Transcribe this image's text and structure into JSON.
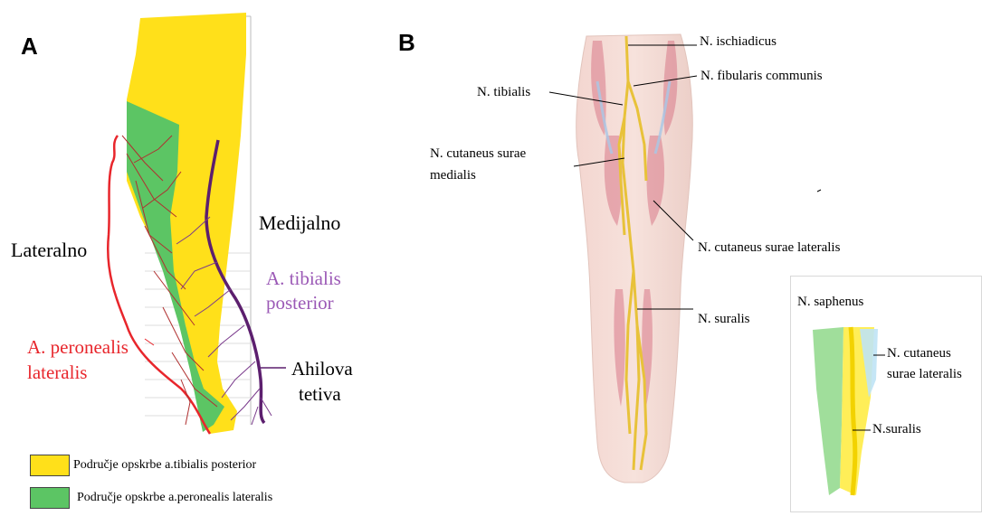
{
  "colors": {
    "yellow": "#ffe01a",
    "green": "#5cc564",
    "red": "#e8262c",
    "purple": "#5c1f6e",
    "purple_text": "#9b59b6",
    "red_text": "#e8262c"
  },
  "panel_a": {
    "letter": "A",
    "lateral_label": "Lateralno",
    "medial_label": "Medijalno",
    "artery_tibialis_line1": "A. tibialis",
    "artery_tibialis_line2": "posterior",
    "artery_peronealis_line1": "A. peronealis",
    "artery_peronealis_line2": "lateralis",
    "achilles_line1": "Ahilova",
    "achilles_line2": "tetiva",
    "legend": [
      {
        "color": "#ffe01a",
        "label": "Područje opskrbe a.tibialis posterior"
      },
      {
        "color": "#5cc564",
        "label": "Područje opskrbe a.peronealis lateralis"
      }
    ]
  },
  "panel_b": {
    "letter": "B",
    "labels": {
      "ischiadicus": "N. ischiadicus",
      "fibularis": "N. fibularis communis",
      "tibialis": "N. tibialis",
      "cut_medialis_1": "N. cutaneus surae",
      "cut_medialis_2": "medialis",
      "cut_lateralis": "N. cutaneus surae lateralis",
      "suralis": "N. suralis"
    },
    "inset": {
      "saphenus": "N. saphenus",
      "cut_lat_1": "N. cutaneus",
      "cut_lat_2": "surae lateralis",
      "suralis": "N.suralis"
    }
  }
}
